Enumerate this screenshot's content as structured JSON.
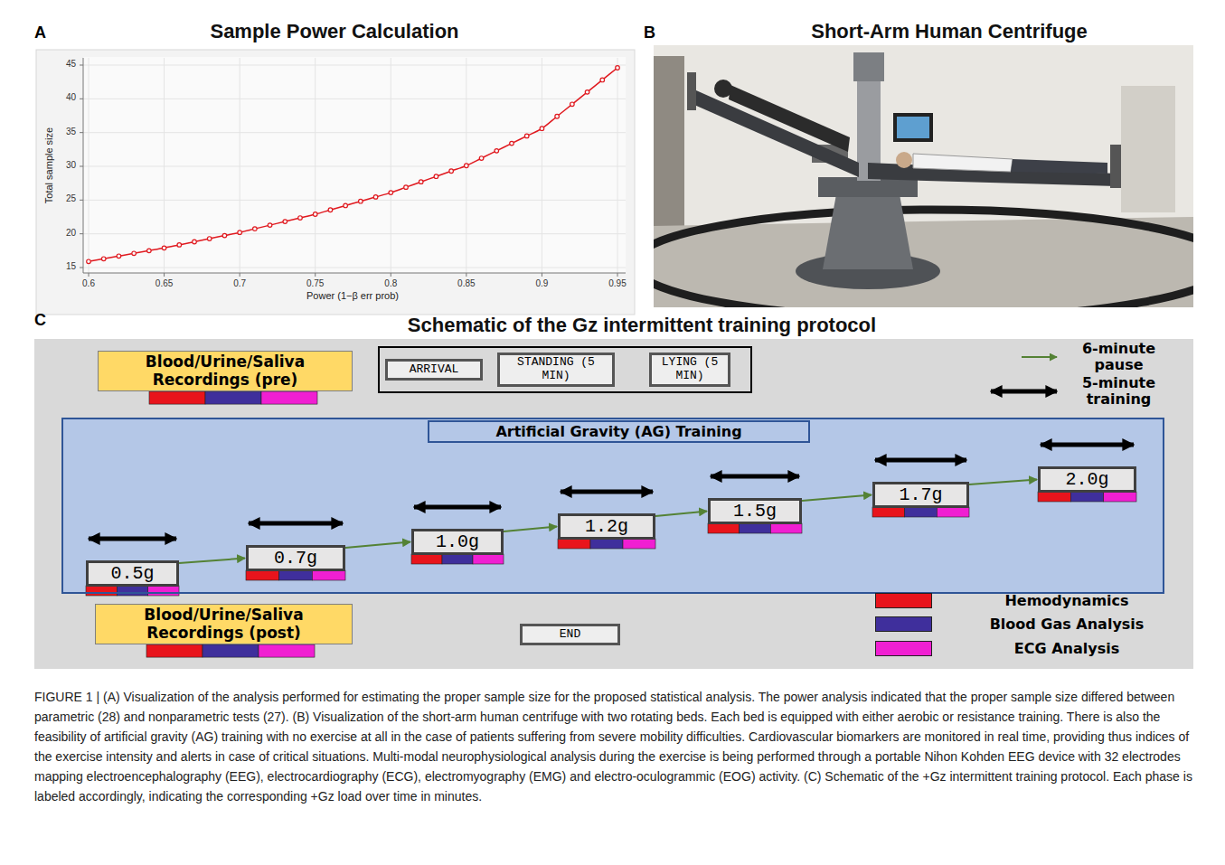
{
  "diagram": {
    "caption": "FIGURE 1 | (A) Visualization of the analysis performed for estimating the proper sample size for the proposed statistical analysis. The power analysis indicated that the proper sample size differed between parametric (28) and nonparametric tests (27). (B) Visualization of the short-arm human centrifuge with two rotating beds. Each bed is equipped with either aerobic or resistance training. There is also the feasibility of artificial gravity (AG) training with no exercise at all in the case of patients suffering from severe mobility difficulties. Cardiovascular biomarkers are monitored in real time, providing thus indices of the exercise intensity and alerts in case of critical situations. Multi-modal neurophysiological analysis during the exercise is being performed through a portable Nihon Kohden EEG device with 32 electrodes mapping electroencephalography (EEG), electrocardiography (ECG), electromyography (EMG) and electro-oculogrammic (EOG) activity. (C) Schematic of the +Gz intermittent training protocol. Each phase is labeled accordingly, indicating the corresponding +Gz load over time in minutes.",
    "nodes": [
      {
        "text": [
          "Blood/Urine/Saliva Recordings (pre)"
        ]
      },
      {
        "text": []
      },
      {
        "text": [
          "ARRIVAL"
        ],
        "in": 1
      },
      {
        "text": [
          "STANDING (5 MIN)"
        ],
        "in": 1
      },
      {
        "text": [
          "LYING (5 MIN)"
        ],
        "in": 1
      },
      {
        "text": [
          "Artificial Gravity (AG) Training"
        ]
      },
      {
        "text": [
          "0.5g"
        ],
        "in": 5
      },
      {
        "text": [
          "0.7g"
        ],
        "in": 5
      },
      {
        "text": [
          "1.0g"
        ],
        "in": 5
      },
      {
        "text": [
          "1.2g"
        ],
        "in": 5
      },
      {
        "text": [
          "1.5g"
        ],
        "in": 5
      },
      {
        "text": [
          "1.7g"
        ],
        "in": 5
      },
      {
        "text": [
          "2.0g"
        ],
        "in": 5
      },
      {
        "text": [
          "Blood/Urine/Saliva Recordings (post)"
        ]
      },
      {
        "text": [
          "END"
        ]
      }
    ],
    "edges": [
      {
        "from": 6,
        "to": 7,
        "arrow": "to"
      },
      {
        "from": 7,
        "to": 8,
        "arrow": "to"
      },
      {
        "from": 8,
        "to": 9,
        "arrow": "to"
      },
      {
        "from": 9,
        "to": 10,
        "arrow": "to"
      },
      {
        "from": 10,
        "to": 11,
        "arrow": "to"
      },
      {
        "from": 11,
        "to": 12,
        "arrow": "to"
      }
    ],
    "labels": [
      "A",
      "Sample Power Calculation",
      "B",
      "Short-Arm Human Centrifuge",
      "C",
      "Schematic of the Gz intermittent training protocol",
      "Total sample size",
      "Power (1−β err prob)",
      "15",
      "20",
      "25",
      "30",
      "35",
      "40",
      "45",
      "0.6",
      "0.65",
      "0.7",
      "0.75",
      "0.8",
      "0.85",
      "0.9",
      "0.95"
    ],
    "legend": [
      {
        "text": "6-minute pause"
      },
      {
        "text": "5-minute training"
      },
      {
        "text": "Hemodynamics",
        "color": "#e8141c"
      },
      {
        "text": "Blood Gas Analysis",
        "color": "#3f2f9c"
      },
      {
        "text": "ECG Analysis",
        "color": "#f01fd2"
      }
    ]
  }
}
